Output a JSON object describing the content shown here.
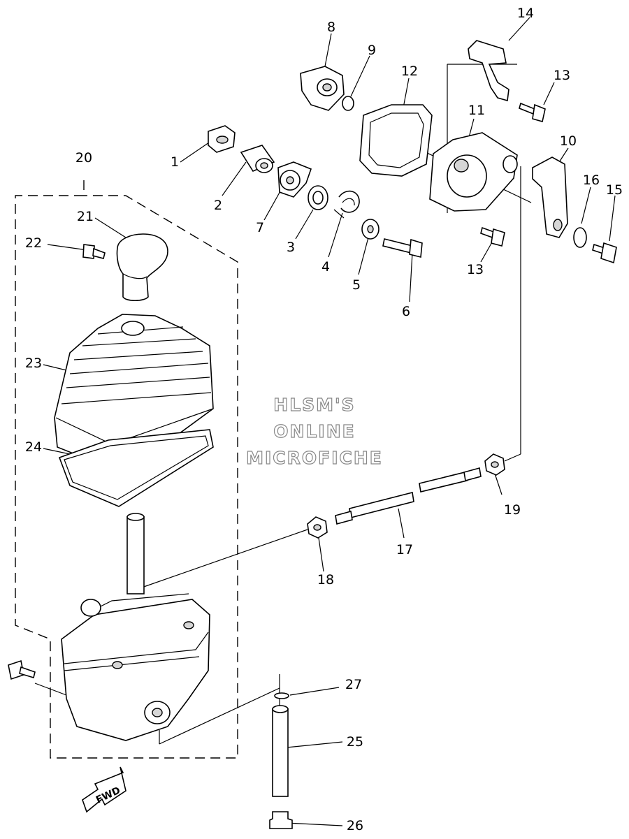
{
  "diagram": {
    "callouts": [
      "1",
      "2",
      "3",
      "4",
      "5",
      "6",
      "7",
      "8",
      "9",
      "10",
      "11",
      "12",
      "13",
      "13",
      "14",
      "15",
      "16",
      "17",
      "18",
      "19",
      "20",
      "21",
      "22",
      "23",
      "24",
      "25",
      "26",
      "27"
    ],
    "watermark": [
      "HLSM'S",
      "ONLINE",
      "MICROFICHE"
    ],
    "direction_marker": "FWD"
  }
}
